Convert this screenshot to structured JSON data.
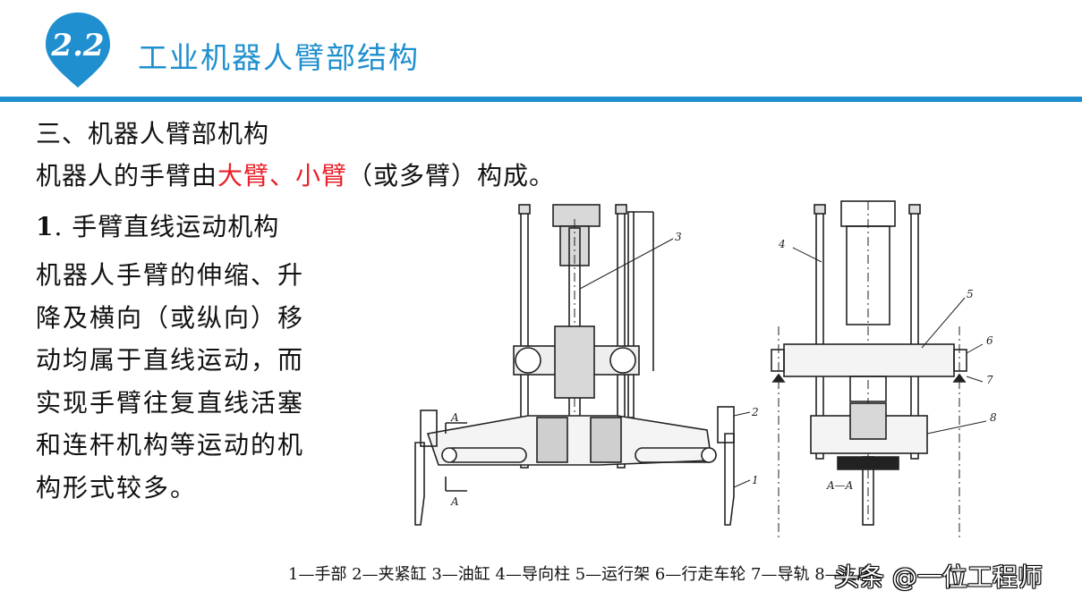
{
  "header": {
    "badge_number": "2.2",
    "title": "工业机器人臂部结构",
    "accent_color": "#1f8fcf"
  },
  "content": {
    "section_heading": "三、机器人臂部机构",
    "intro_prefix": "机器人的手臂由",
    "intro_highlight": "大臂、小臂",
    "intro_suffix": "（或多臂）构成。",
    "highlight_color": "#e8202a",
    "subheading_number": "1",
    "subheading_text": ". 手臂直线运动机构",
    "paragraph_lines": [
      "机器人手臂的伸缩、升",
      "降及横向（或纵向）移",
      "动均属于直线运动，而",
      "实现手臂往复直线活塞",
      "和连杆机构等运动的机",
      "构形式较多。"
    ]
  },
  "figure": {
    "labels": [
      "1",
      "2",
      "3",
      "4",
      "5",
      "6",
      "7",
      "8"
    ],
    "section_marks": [
      "A",
      "A",
      "A—A"
    ]
  },
  "caption": "1—手部  2—夹紧缸  3—油缸  4—导向柱  5—运行架  6—行走车轮  7—导轨  8—支座",
  "watermark": "头条 @一位工程师"
}
